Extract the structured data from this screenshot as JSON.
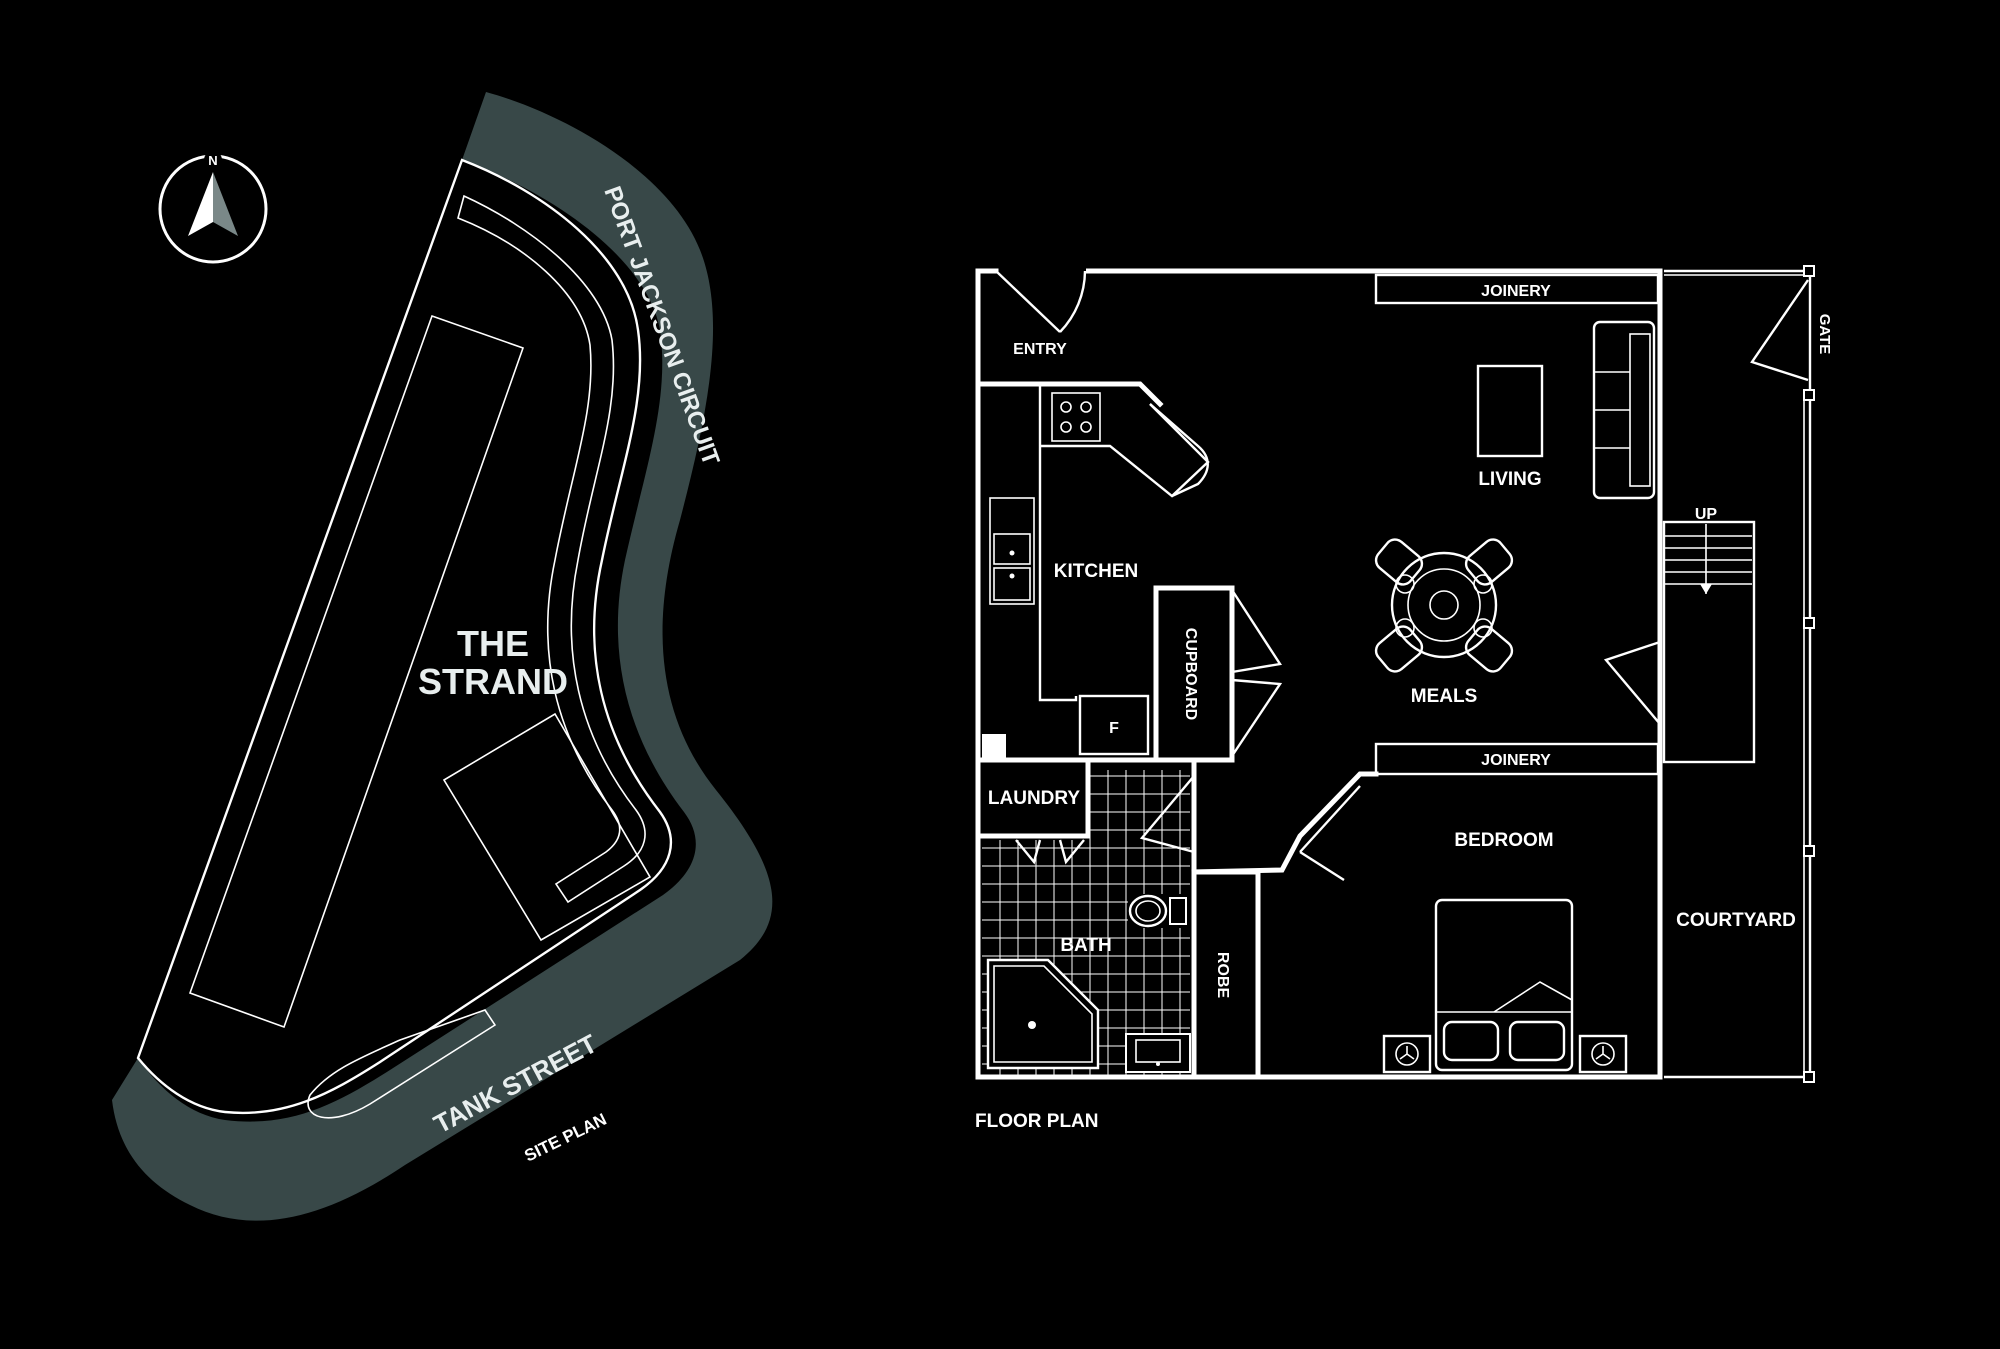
{
  "site_plan": {
    "caption": "SITE PLAN",
    "building_label_line1": "THE",
    "building_label_line2": "STRAND",
    "street_east": "PORT JACKSON CIRCUIT",
    "street_south": "TANK STREET",
    "compass_letter": "N",
    "road_color": "#384848"
  },
  "floor_plan": {
    "caption": "FLOOR PLAN",
    "rooms": {
      "entry": "ENTRY",
      "kitchen": "KITCHEN",
      "cupboard": "CUPBOARD",
      "living": "LIVING",
      "meals": "MEALS",
      "joinery_top": "JOINERY",
      "joinery_bottom": "JOINERY",
      "laundry": "LAUNDRY",
      "bath": "BATH",
      "robe": "ROBE",
      "bedroom": "BEDROOM",
      "courtyard": "COURTYARD",
      "gate": "GATE",
      "stairs_up": "UP",
      "fridge": "F"
    }
  }
}
